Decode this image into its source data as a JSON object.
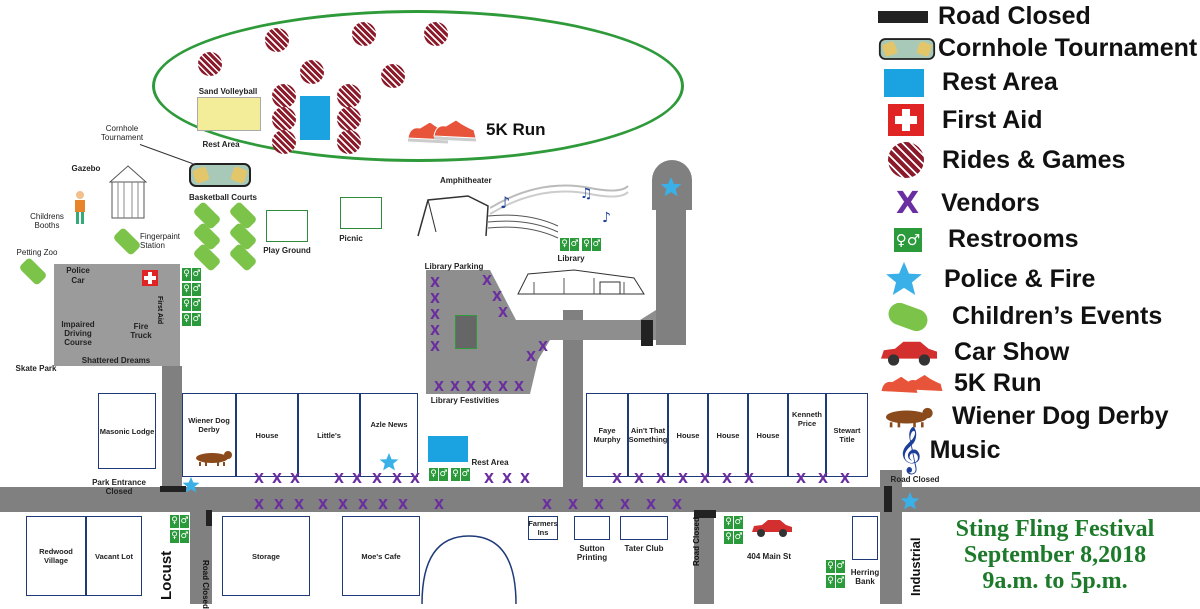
{
  "legend": {
    "road_closed": "Road Closed",
    "cornhole": "Cornhole Tournament",
    "rest_area": "Rest Area",
    "first_aid": "First Aid",
    "rides": "Rides & Games",
    "vendors": "Vendors",
    "restrooms": "Restrooms",
    "police_fire": "Police & Fire",
    "childrens_events": "Children’s Events",
    "car_show": "Car Show",
    "run": "5K Run",
    "wiener": "Wiener Dog Derby",
    "music": "Music"
  },
  "festival": {
    "name": "Sting Fling Festival",
    "date": "September 8,2018",
    "hours": "9a.m. to 5p.m."
  },
  "park": {
    "sand_volleyball": "Sand Volleyball",
    "rest_area": "Rest Area",
    "run": "5K Run",
    "cornhole": "Cornhole Tournament",
    "gazebo": "Gazebo",
    "basketball": "Basketball Courts",
    "childrens_booths": "Childrens Booths",
    "fingerpaint": "Fingerpaint Station",
    "playground": "Play Ground",
    "picnic": "Picnic",
    "petting_zoo": "Petting Zoo",
    "police_car": "Police Car",
    "first_aid": "First Aid",
    "impaired": "Impaired Driving Course",
    "fire_truck": "Fire Truck",
    "shattered": "Shattered Dreams",
    "skate_park": "Skate Park"
  },
  "center": {
    "amphitheater": "Amphitheater",
    "library_parking": "Library Parking",
    "library": "Library",
    "library_festivities": "Library Festivities"
  },
  "north_buildings": {
    "masonic": "Masonic Lodge",
    "wiener": "Wiener Dog Derby",
    "house1": "House",
    "littles": "Little's",
    "azle": "Azle News",
    "rest_area": "Rest Area",
    "faye": "Faye Murphy",
    "aint": "Ain't That Something",
    "house2": "House",
    "house3": "House",
    "house4": "House",
    "kenneth": "Kenneth Price",
    "stewart": "Stewart Title"
  },
  "south_buildings": {
    "redwood": "Redwood Village",
    "vacant": "Vacant Lot",
    "storage": "Storage",
    "moes": "Moe's Cafe",
    "farmers": "Farmers Ins",
    "sutton": "Sutton Printing",
    "tater": "Tater Club",
    "main": "404 Main St",
    "herring": "Herring Bank"
  },
  "streets": {
    "locust": "Locust",
    "industrial": "Industrial",
    "road_closed": "Road Closed",
    "park_entrance": "Park Entrance Closed"
  },
  "colors": {
    "road": "#808080",
    "vendor": "#6a2ea0",
    "restroom": "#2a9a3a",
    "rest_area": "#1aa3e0",
    "police": "#3ab0e8",
    "kids": "#7cc34a",
    "rides": "#8b1a2a",
    "title": "#1d7a2a"
  }
}
